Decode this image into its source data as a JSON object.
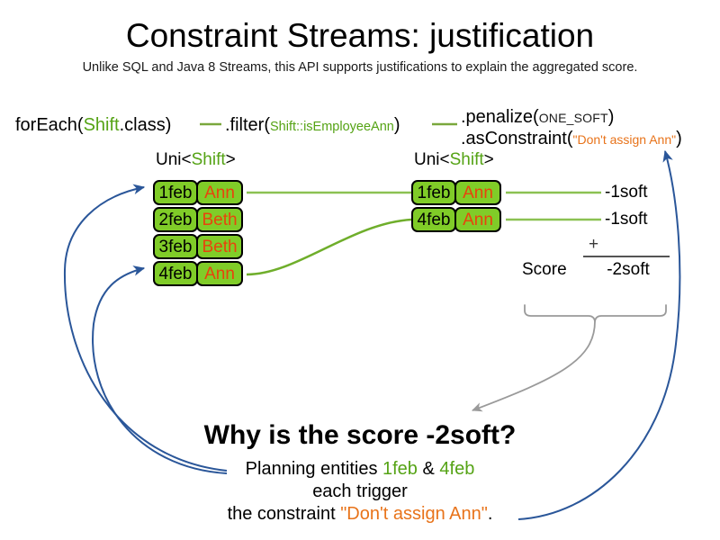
{
  "slide": {
    "title": "Constraint Streams: justification",
    "subtitle": "Unlike SQL and Java 8 Streams, this API supports justifications to explain the aggregated score."
  },
  "colors": {
    "type_green": "#55a315",
    "tuple_fill": "#80cc28",
    "tuple_border": "#000000",
    "value_orange": "#e8430d",
    "string_orange": "#e8731a",
    "connector_green": "#8cc152",
    "arrow_blue": "#2a5699",
    "brace_gray": "#9a9a9a",
    "background": "#ffffff"
  },
  "pipeline": {
    "foreach": {
      "prefix": "forEach(",
      "type": "Shift",
      "suffix": ".class)"
    },
    "filter": {
      "prefix": ".filter(",
      "method_ref": "Shift::isEmployeeAnn",
      "suffix": ")"
    },
    "penalize": {
      "prefix": ".penalize(",
      "score_level": "ONE_SOFT",
      "suffix": ")"
    },
    "as_constraint": {
      "prefix": ".asConstraint(",
      "constraint_name": "\"Don't assign Ann\"",
      "suffix": ")"
    }
  },
  "streams": {
    "left": {
      "label_prefix": "Uni<",
      "label_type": "Shift",
      "label_suffix": ">",
      "tuples": [
        {
          "fact": "1feb",
          "value": "Ann"
        },
        {
          "fact": "2feb",
          "value": "Beth"
        },
        {
          "fact": "3feb",
          "value": "Beth"
        },
        {
          "fact": "4feb",
          "value": "Ann"
        }
      ]
    },
    "right": {
      "label_prefix": "Uni<",
      "label_type": "Shift",
      "label_suffix": ">",
      "tuples": [
        {
          "fact": "1feb",
          "value": "Ann"
        },
        {
          "fact": "4feb",
          "value": "Ann"
        }
      ]
    }
  },
  "score": {
    "impacts": [
      "-1soft",
      "-1soft"
    ],
    "operator": "+",
    "label": "Score",
    "total": "-2soft"
  },
  "explanation": {
    "heading": "Why is the score -2soft?",
    "line1_prefix": "Planning entities ",
    "entity_a": "1feb",
    "line1_mid": " & ",
    "entity_b": "4feb",
    "line2": "each trigger",
    "line3_prefix": "the constraint ",
    "constraint_name": "\"Don't assign Ann\"",
    "line3_suffix": "."
  }
}
